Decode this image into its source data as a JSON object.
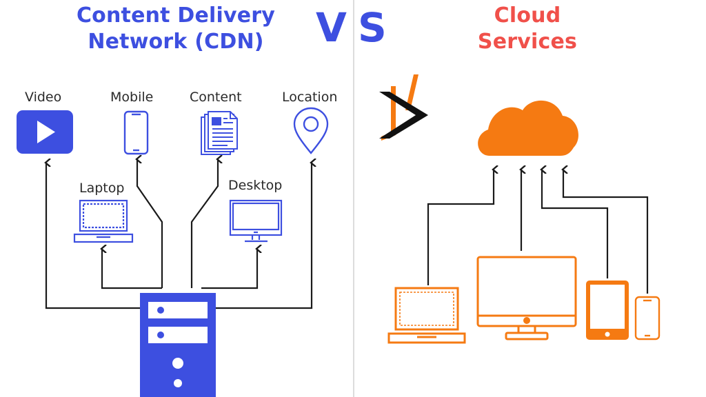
{
  "colors": {
    "cdn_blue": "#3d4fe0",
    "cloud_red": "#f0504a",
    "cloud_orange": "#f57a12",
    "arrow": "#1a1a1a",
    "divider": "#d0d0d0"
  },
  "cdn": {
    "title_line1": "Content Delivery",
    "title_line2": "Network (CDN)",
    "labels": {
      "video": "Video",
      "mobile": "Mobile",
      "content": "Content",
      "location": "Location",
      "laptop": "Laptop",
      "desktop": "Desktop"
    }
  },
  "vs": {
    "v": "V",
    "s": "S"
  },
  "cloud": {
    "title_line1": "Cloud",
    "title_line2": "Services"
  },
  "icons": {
    "video": "play-button-icon",
    "mobile": "smartphone-icon",
    "content": "document-icon",
    "location": "map-pin-icon",
    "laptop": "laptop-icon",
    "desktop": "monitor-icon",
    "server": "server-icon",
    "cloud": "cloud-icon",
    "logo": "brand-logo"
  }
}
